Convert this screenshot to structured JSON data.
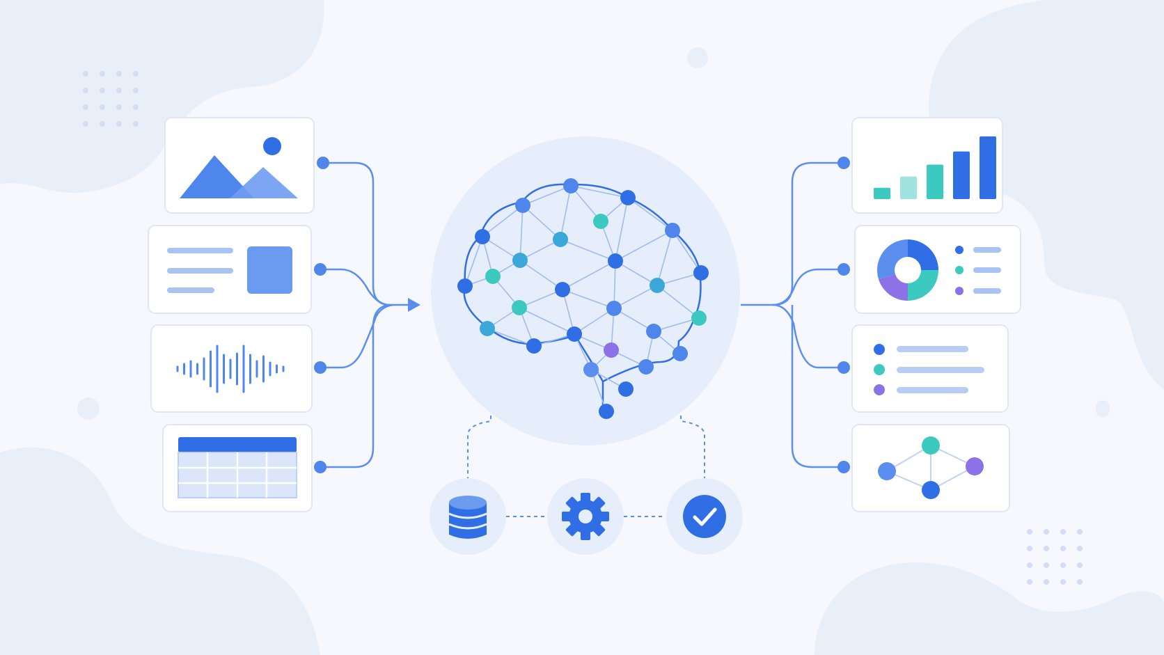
{
  "palette": {
    "background": "#f6f8fd",
    "blob": "#e9eff9",
    "primary_blue": "#2f6ee5",
    "mid_blue": "#5b8fef",
    "light_blue": "#a9c3f4",
    "teal": "#3cc9c0",
    "light_teal": "#9fe3df",
    "purple": "#8c72e6",
    "card_border": "#dfe7f5",
    "circle_fill": "#e6eefb"
  },
  "inputs": [
    {
      "kind": "image",
      "icon": "image-icon"
    },
    {
      "kind": "document",
      "icon": "document-icon"
    },
    {
      "kind": "audio",
      "icon": "audio-waveform-icon"
    },
    {
      "kind": "table",
      "icon": "table-icon"
    }
  ],
  "core": {
    "icon": "neural-brain-icon"
  },
  "outputs": [
    {
      "kind": "bar-chart",
      "icon": "bar-chart-icon",
      "bar_levels": [
        0.18,
        0.36,
        0.55,
        0.76,
        1.0
      ]
    },
    {
      "kind": "donut-chart",
      "icon": "donut-chart-icon",
      "segments": [
        0.25,
        0.25,
        0.2,
        0.3
      ]
    },
    {
      "kind": "list",
      "icon": "list-icon"
    },
    {
      "kind": "graph",
      "icon": "graph-network-icon"
    }
  ],
  "pipeline": [
    {
      "step": "data",
      "icon": "database-icon"
    },
    {
      "step": "process",
      "icon": "gear-icon"
    },
    {
      "step": "validate",
      "icon": "check-circle-icon"
    }
  ]
}
